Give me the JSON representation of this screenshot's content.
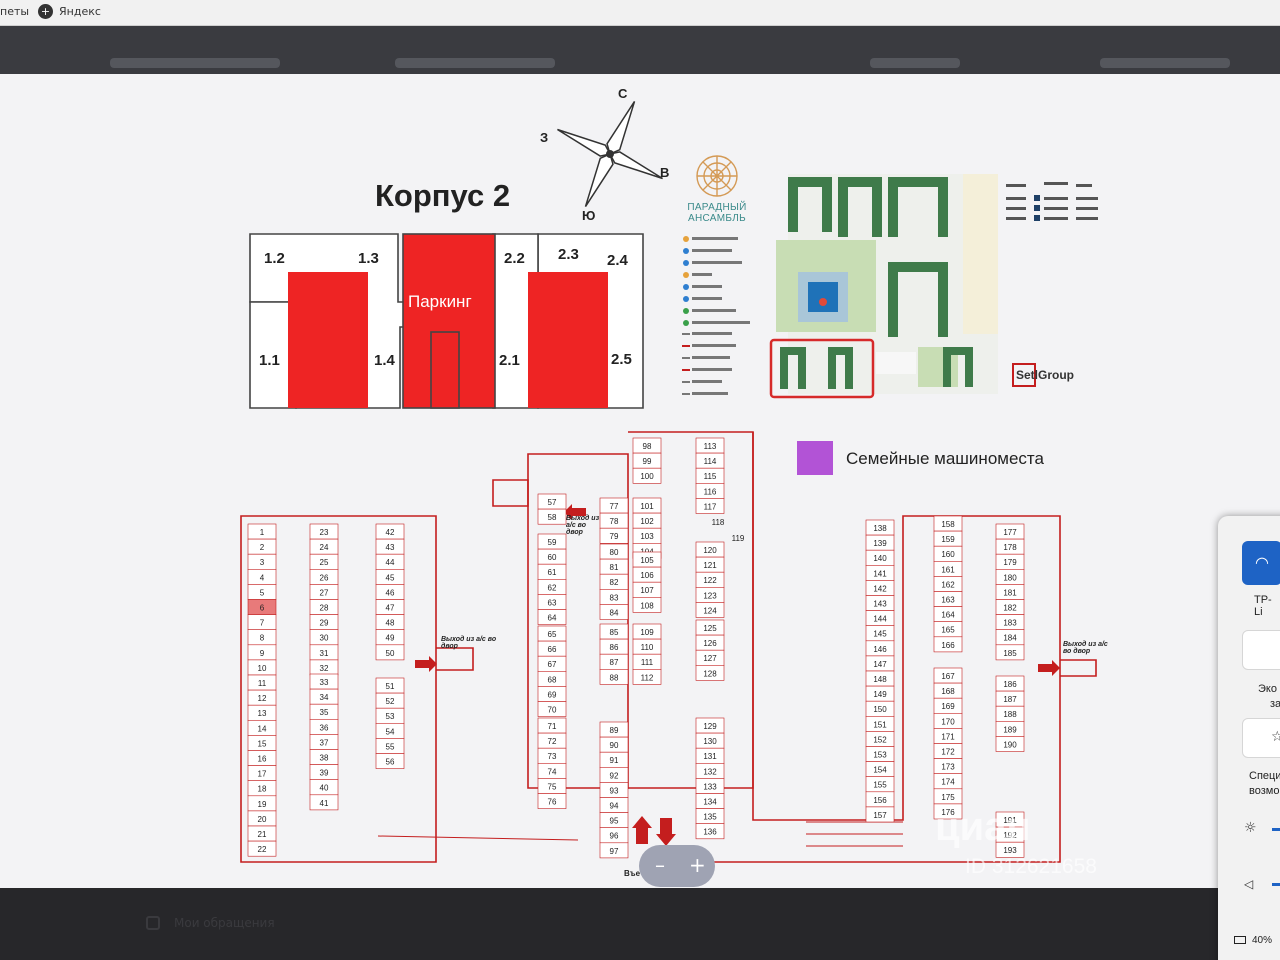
{
  "browser": {
    "bookmark_partial": "петы",
    "yandex_label": "Яндекс"
  },
  "document": {
    "title": "Корпус 2",
    "compass": {
      "n": "С",
      "s": "Ю",
      "w": "З",
      "e": "В"
    },
    "building_sections": [
      "1.2",
      "1.3",
      "2.2",
      "2.3",
      "2.4",
      "1.1",
      "1.4",
      "2.1",
      "2.5"
    ],
    "parking_label": "Паркинг",
    "brand_line1": "ПАРАДНЫЙ",
    "brand_line2": "АНСАМБЛЬ",
    "developer": "SetlGroup",
    "legend_family": "Семейные машиноместа",
    "exit_label": "Выход из а/с во двор",
    "entry_label": "Въе",
    "highlighted_spot": "6",
    "colors": {
      "parking": "#ee2424",
      "family": "#b253d6",
      "wall": "#c41e1e",
      "highlight": "#e87a7a"
    }
  },
  "zoom": {
    "minus": "–",
    "plus": "+"
  },
  "watermark": {
    "brand": "циан",
    "id": "ID 312621658"
  },
  "quick_panel": {
    "wifi_partial": "TP-Li",
    "eco_partial": [
      "Эко",
      "за"
    ],
    "special_partial": [
      "Специ",
      "возмо"
    ],
    "battery": "40%"
  },
  "bottom": {
    "item": "Мои обращения"
  }
}
